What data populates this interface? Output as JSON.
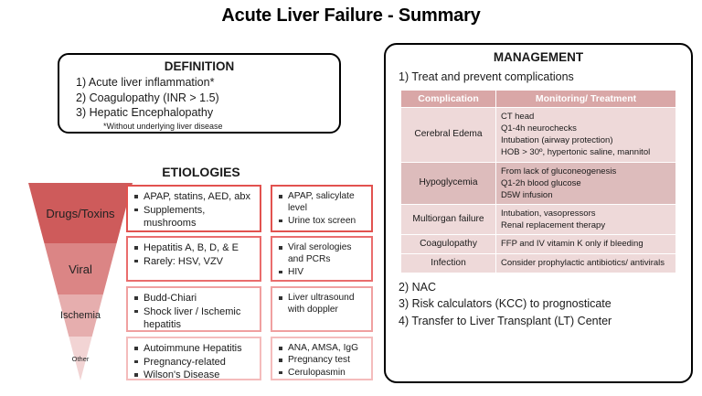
{
  "title": "Acute Liver Failure - Summary",
  "definition": {
    "heading": "DEFINITION",
    "items": [
      "1) Acute liver inflammation*",
      "2) Coagulopathy (INR > 1.5)",
      "3) Hepatic Encephalopathy"
    ],
    "footnote": "*Without underlying liver disease"
  },
  "etiologies": {
    "heading": "ETIOLOGIES",
    "funnel": [
      {
        "label": "Drugs/Toxins",
        "color": "#ce5b5b",
        "font_size": "13px"
      },
      {
        "label": "Viral",
        "color": "#db8585",
        "font_size": "13px"
      },
      {
        "label": "Ischemia",
        "color": "#e6aeae",
        "font_size": "11px"
      },
      {
        "label": "Other",
        "color": "#f2d4d4",
        "font_size": "7.5px"
      }
    ],
    "rows": [
      {
        "border_color": "#e2524f",
        "causes": [
          "APAP, statins, AED, abx",
          "Supplements, mushrooms"
        ],
        "tests": [
          "APAP, salicylate level",
          "Urine tox screen"
        ]
      },
      {
        "border_color": "#ea6d6d",
        "causes": [
          "Hepatitis A, B, D, & E",
          "Rarely: HSV, VZV"
        ],
        "tests": [
          "Viral serologies and PCRs",
          "HIV"
        ]
      },
      {
        "border_color": "#f0a0a0",
        "causes": [
          "Budd-Chiari",
          "Shock liver / Ischemic hepatitis"
        ],
        "tests": [
          "Liver ultrasound with doppler"
        ]
      },
      {
        "border_color": "#f4bcbc",
        "causes": [
          "Autoimmune Hepatitis",
          "Pregnancy-related",
          "Wilson's Disease"
        ],
        "tests": [
          "ANA, AMSA, IgG",
          "Pregnancy test",
          "Cerulopasmin"
        ]
      }
    ]
  },
  "management": {
    "heading": "MANAGEMENT",
    "item1": "1) Treat and prevent complications",
    "table": {
      "headers": [
        "Complication",
        "Monitoring/ Treatment"
      ],
      "rows": [
        {
          "complication": "Cerebral Edema",
          "treatment": "CT head\nQ1-4h neurochecks\nIntubation (airway protection)\nHOB > 30º, hypertonic saline, mannitol",
          "shade": "light"
        },
        {
          "complication": "Hypoglycemia",
          "treatment": "From lack of gluconeogenesis\nQ1-2h blood glucose\nD5W infusion",
          "shade": "dark"
        },
        {
          "complication": "Multiorgan failure",
          "treatment": "Intubation, vasopressors\nRenal replacement therapy",
          "shade": "light"
        },
        {
          "complication": "Coagulopathy",
          "treatment": "FFP and IV vitamin K only if bleeding",
          "shade": "light"
        },
        {
          "complication": "Infection",
          "treatment": "Consider prophylactic antibiotics/ antivirals",
          "shade": "light"
        }
      ]
    },
    "items_bottom": [
      "2) NAC",
      "3) Risk calculators (KCC) to prognosticate",
      "4) Transfer to Liver Transplant (LT) Center"
    ]
  },
  "colors": {
    "table_header": "#d9a7a7",
    "row_light": "#eed9d9",
    "row_dark": "#ddbcbc",
    "funnel_top": "#ce5b5b"
  }
}
